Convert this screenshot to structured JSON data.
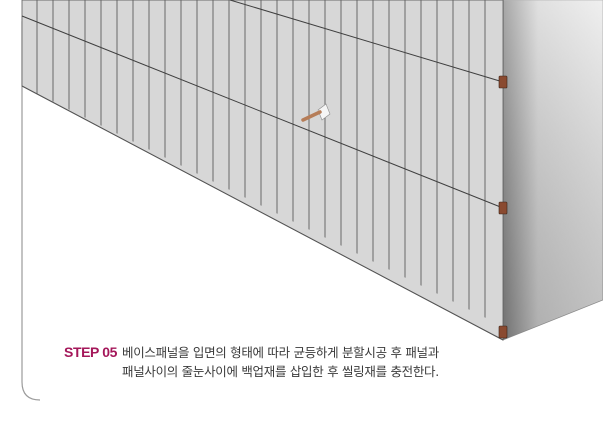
{
  "step": {
    "label": "STEP 05",
    "label_color": "#a4175a",
    "lines": [
      "베이스패널을 입면의 형태에 따라 균등하게 분할시공 후 패널과",
      "패널사이의 줄눈사이에 백업재를 삽입한 후 씰링재를 충전한다."
    ]
  },
  "colors": {
    "frame": "#9b9b9b",
    "panel_face": "#d7d7d7",
    "panel_seam": "#6e6e6e",
    "wall_light": "#e4e4e4",
    "wall_dark": "#7c7c7c",
    "bracket": "#8a4a30",
    "backer_rod": "#c99a7a"
  }
}
